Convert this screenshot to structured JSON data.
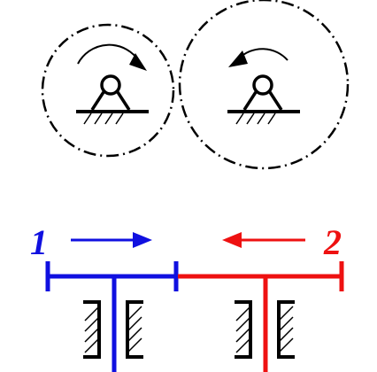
{
  "colors": {
    "ink": "#000000",
    "part_1": "#1010e0",
    "part_2": "#ee1111",
    "background": "#ffffff"
  },
  "labels": {
    "part_1": "1",
    "part_2": "2"
  },
  "gears": [
    {
      "id": "left",
      "rotation": "clockwise"
    },
    {
      "id": "right",
      "rotation": "counterclockwise"
    }
  ],
  "motion": {
    "part_1": "right",
    "part_2": "left"
  }
}
